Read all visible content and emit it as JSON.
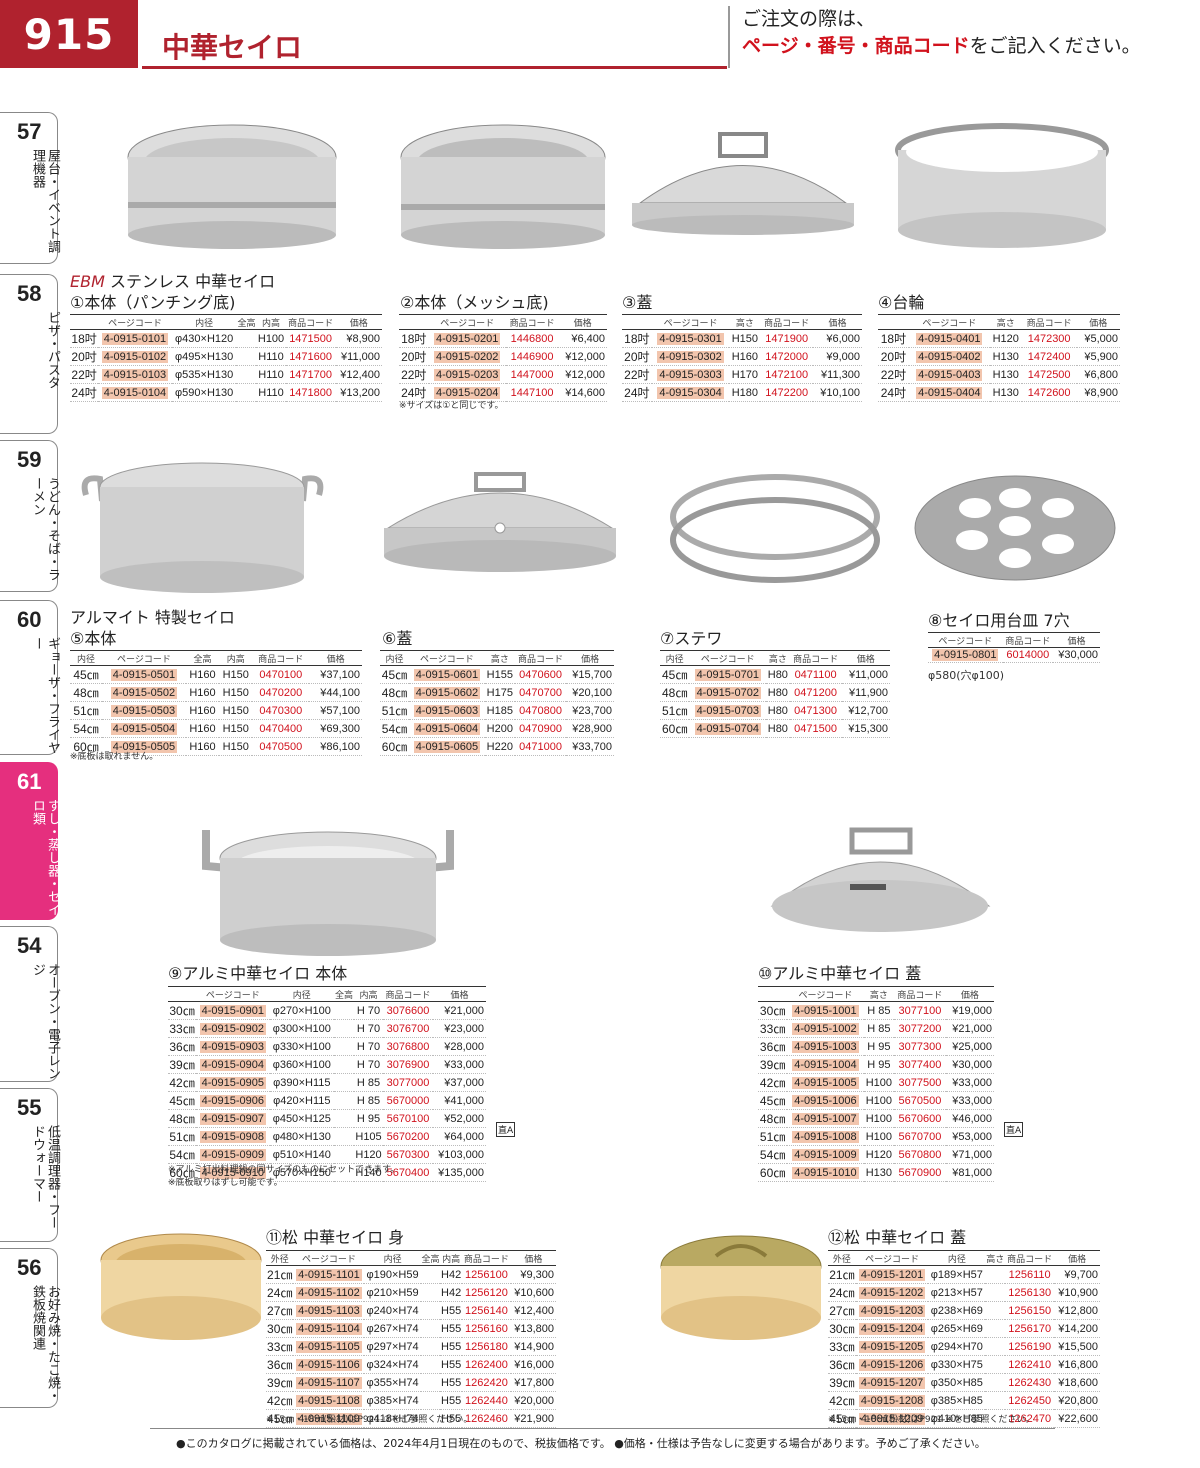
{
  "header": {
    "page_number": "915",
    "title": "中華セイロ",
    "note_line1": "ご注文の際は、",
    "note_red": "ページ・番号・商品コード",
    "note_tail": "をご記入ください。"
  },
  "side_tabs": [
    {
      "num": "57",
      "text": "屋台・イベント調理機器"
    },
    {
      "num": "58",
      "text": "ピザ・パスタ"
    },
    {
      "num": "59",
      "text": "うどん・そば・ラーメン"
    },
    {
      "num": "60",
      "text": "ギョーザ・フライヤー"
    },
    {
      "num": "61",
      "text": "すし・蒸し器・セイロ類"
    },
    {
      "num": "54",
      "text": "オーブン・電子レンジ"
    },
    {
      "num": "55",
      "text": "低温調理器・フードウォーマー"
    },
    {
      "num": "56",
      "text": "お好み焼・たこ焼・鉄板焼関連"
    }
  ],
  "ebm": {
    "brand": "EBM",
    "title": "ステンレス 中華セイロ"
  },
  "s1": {
    "title": "①本体（パンチング底)",
    "headers": [
      "",
      "ページコード",
      "内径",
      "全高",
      "内高",
      "商品コード",
      "価格"
    ],
    "rows": [
      [
        "18吋",
        "4-0915-0101",
        "φ430×H120",
        "",
        "H100",
        "1471500",
        "¥8,900"
      ],
      [
        "20吋",
        "4-0915-0102",
        "φ495×H130",
        "",
        "H110",
        "1471600",
        "¥11,000"
      ],
      [
        "22吋",
        "4-0915-0103",
        "φ535×H130",
        "",
        "H110",
        "1471700",
        "¥12,400"
      ],
      [
        "24吋",
        "4-0915-0104",
        "φ590×H130",
        "",
        "H110",
        "1471800",
        "¥13,200"
      ]
    ]
  },
  "s2": {
    "title": "②本体（メッシュ底)",
    "headers": [
      "",
      "ページコード",
      "商品コード",
      "価格"
    ],
    "rows": [
      [
        "18吋",
        "4-0915-0201",
        "1446800",
        "¥6,400"
      ],
      [
        "20吋",
        "4-0915-0202",
        "1446900",
        "¥12,000"
      ],
      [
        "22吋",
        "4-0915-0203",
        "1447000",
        "¥12,000"
      ],
      [
        "24吋",
        "4-0915-0204",
        "1447100",
        "¥14,600"
      ]
    ],
    "note": "※サイズは①と同じです。"
  },
  "s3": {
    "title": "③蓋",
    "headers": [
      "",
      "ページコード",
      "高さ",
      "商品コード",
      "価格"
    ],
    "rows": [
      [
        "18吋",
        "4-0915-0301",
        "H150",
        "1471900",
        "¥6,000"
      ],
      [
        "20吋",
        "4-0915-0302",
        "H160",
        "1472000",
        "¥9,000"
      ],
      [
        "22吋",
        "4-0915-0303",
        "H170",
        "1472100",
        "¥11,300"
      ],
      [
        "24吋",
        "4-0915-0304",
        "H180",
        "1472200",
        "¥10,100"
      ]
    ]
  },
  "s4": {
    "title": "④台輪",
    "headers": [
      "",
      "ページコード",
      "高さ",
      "商品コード",
      "価格"
    ],
    "rows": [
      [
        "18吋",
        "4-0915-0401",
        "H120",
        "1472300",
        "¥5,000"
      ],
      [
        "20吋",
        "4-0915-0402",
        "H130",
        "1472400",
        "¥5,900"
      ],
      [
        "22吋",
        "4-0915-0403",
        "H130",
        "1472500",
        "¥6,800"
      ],
      [
        "24吋",
        "4-0915-0404",
        "H130",
        "1472600",
        "¥8,900"
      ]
    ]
  },
  "alumite": {
    "title": "アルマイト 特製セイロ"
  },
  "s5": {
    "title": "⑤本体",
    "headers": [
      "内径",
      "ページコード",
      "全高",
      "内高",
      "商品コード",
      "価格"
    ],
    "rows": [
      [
        "45㎝",
        "4-0915-0501",
        "H160",
        "H150",
        "0470100",
        "¥37,100"
      ],
      [
        "48㎝",
        "4-0915-0502",
        "H160",
        "H150",
        "0470200",
        "¥44,100"
      ],
      [
        "51㎝",
        "4-0915-0503",
        "H160",
        "H150",
        "0470300",
        "¥57,100"
      ],
      [
        "54㎝",
        "4-0915-0504",
        "H160",
        "H150",
        "0470400",
        "¥69,300"
      ],
      [
        "60㎝",
        "4-0915-0505",
        "H160",
        "H150",
        "0470500",
        "¥86,100"
      ]
    ],
    "note": "※底板は取れません。"
  },
  "s6": {
    "title": "⑥蓋",
    "headers": [
      "内径",
      "ページコード",
      "高さ",
      "商品コード",
      "価格"
    ],
    "rows": [
      [
        "45㎝",
        "4-0915-0601",
        "H155",
        "0470600",
        "¥15,700"
      ],
      [
        "48㎝",
        "4-0915-0602",
        "H175",
        "0470700",
        "¥20,100"
      ],
      [
        "51㎝",
        "4-0915-0603",
        "H185",
        "0470800",
        "¥23,700"
      ],
      [
        "54㎝",
        "4-0915-0604",
        "H200",
        "0470900",
        "¥28,900"
      ],
      [
        "60㎝",
        "4-0915-0605",
        "H220",
        "0471000",
        "¥33,700"
      ]
    ]
  },
  "s7": {
    "title": "⑦ステワ",
    "headers": [
      "内径",
      "ページコード",
      "高さ",
      "商品コード",
      "価格"
    ],
    "rows": [
      [
        "45㎝",
        "4-0915-0701",
        "H80",
        "0471100",
        "¥11,000"
      ],
      [
        "48㎝",
        "4-0915-0702",
        "H80",
        "0471200",
        "¥11,900"
      ],
      [
        "51㎝",
        "4-0915-0703",
        "H80",
        "0471300",
        "¥12,700"
      ],
      [
        "60㎝",
        "4-0915-0704",
        "H80",
        "0471500",
        "¥15,300"
      ]
    ]
  },
  "s8": {
    "title": "⑧セイロ用台皿 7穴",
    "headers": [
      "ページコード",
      "商品コード",
      "価格"
    ],
    "rows": [
      [
        "4-0915-0801",
        "6014000",
        "¥30,000"
      ]
    ],
    "note": "φ580(穴φ100)"
  },
  "s9": {
    "title": "⑨アルミ中華セイロ 本体",
    "headers": [
      "",
      "ページコード",
      "内径",
      "全高",
      "内高",
      "商品コード",
      "価格"
    ],
    "rows": [
      [
        "30㎝",
        "4-0915-0901",
        "φ270×H100",
        "",
        "H 70",
        "3076600",
        "¥21,000"
      ],
      [
        "33㎝",
        "4-0915-0902",
        "φ300×H100",
        "",
        "H 70",
        "3076700",
        "¥23,000"
      ],
      [
        "36㎝",
        "4-0915-0903",
        "φ330×H100",
        "",
        "H 70",
        "3076800",
        "¥28,000"
      ],
      [
        "39㎝",
        "4-0915-0904",
        "φ360×H100",
        "",
        "H 70",
        "3076900",
        "¥33,000"
      ],
      [
        "42㎝",
        "4-0915-0905",
        "φ390×H115",
        "",
        "H 85",
        "3077000",
        "¥37,000"
      ],
      [
        "45㎝",
        "4-0915-0906",
        "φ420×H115",
        "",
        "H 85",
        "5670000",
        "¥41,000"
      ],
      [
        "48㎝",
        "4-0915-0907",
        "φ450×H125",
        "",
        "H 95",
        "5670100",
        "¥52,000"
      ],
      [
        "51㎝",
        "4-0915-0908",
        "φ480×H130",
        "",
        "H105",
        "5670200",
        "¥64,000"
      ],
      [
        "54㎝",
        "4-0915-0909",
        "φ510×H140",
        "",
        "H120",
        "5670300",
        "¥103,000"
      ],
      [
        "60㎝",
        "4-0915-0910",
        "φ570×H150",
        "",
        "H140",
        "5670400",
        "¥135,000"
      ]
    ],
    "note1": "※アルミ打出料理鍋の同サイズのものにセットできます。",
    "note2": "※底板取りはずし可能です。",
    "mark": "直A"
  },
  "s10": {
    "title": "⑩アルミ中華セイロ 蓋",
    "headers": [
      "",
      "ページコード",
      "高さ",
      "商品コード",
      "価格"
    ],
    "rows": [
      [
        "30㎝",
        "4-0915-1001",
        "H 85",
        "3077100",
        "¥19,000"
      ],
      [
        "33㎝",
        "4-0915-1002",
        "H 85",
        "3077200",
        "¥21,000"
      ],
      [
        "36㎝",
        "4-0915-1003",
        "H 95",
        "3077300",
        "¥25,000"
      ],
      [
        "39㎝",
        "4-0915-1004",
        "H 95",
        "3077400",
        "¥30,000"
      ],
      [
        "42㎝",
        "4-0915-1005",
        "H100",
        "3077500",
        "¥33,000"
      ],
      [
        "45㎝",
        "4-0915-1006",
        "H100",
        "5670500",
        "¥33,000"
      ],
      [
        "48㎝",
        "4-0915-1007",
        "H100",
        "5670600",
        "¥46,000"
      ],
      [
        "51㎝",
        "4-0915-1008",
        "H100",
        "5670700",
        "¥53,000"
      ],
      [
        "54㎝",
        "4-0915-1009",
        "H120",
        "5670800",
        "¥71,000"
      ],
      [
        "60㎝",
        "4-0915-1010",
        "H130",
        "5670900",
        "¥81,000"
      ]
    ],
    "mark": "直A"
  },
  "s11": {
    "title": "⑪松 中華セイロ 身",
    "headers": [
      "外径",
      "ページコード",
      "内径",
      "全高",
      "内高",
      "商品コード",
      "価格"
    ],
    "rows": [
      [
        "21㎝",
        "4-0915-1101",
        "φ190×H59",
        "",
        "H42",
        "1256100",
        "¥9,300"
      ],
      [
        "24㎝",
        "4-0915-1102",
        "φ210×H59",
        "",
        "H42",
        "1256120",
        "¥10,600"
      ],
      [
        "27㎝",
        "4-0915-1103",
        "φ240×H74",
        "",
        "H55",
        "1256140",
        "¥12,400"
      ],
      [
        "30㎝",
        "4-0915-1104",
        "φ267×H74",
        "",
        "H55",
        "1256160",
        "¥13,800"
      ],
      [
        "33㎝",
        "4-0915-1105",
        "φ297×H74",
        "",
        "H55",
        "1256180",
        "¥14,900"
      ],
      [
        "36㎝",
        "4-0915-1106",
        "φ324×H74",
        "",
        "H55",
        "1262400",
        "¥16,000"
      ],
      [
        "39㎝",
        "4-0915-1107",
        "φ355×H74",
        "",
        "H55",
        "1262420",
        "¥17,800"
      ],
      [
        "42㎝",
        "4-0915-1108",
        "φ385×H74",
        "",
        "H55",
        "1262440",
        "¥20,000"
      ],
      [
        "45㎝",
        "4-0915-1109",
        "φ418×H74",
        "",
        "H55",
        "1262460",
        "¥21,900"
      ]
    ],
    "note": "※15㎝・18㎝(松材)はP921-③をご参照ください。"
  },
  "s12": {
    "title": "⑫松 中華セイロ 蓋",
    "headers": [
      "外径",
      "ページコード",
      "内径",
      "高さ",
      "商品コード",
      "価格"
    ],
    "rows": [
      [
        "21㎝",
        "4-0915-1201",
        "φ189×H57",
        "",
        "1256110",
        "¥9,700"
      ],
      [
        "24㎝",
        "4-0915-1202",
        "φ213×H57",
        "",
        "1256130",
        "¥10,900"
      ],
      [
        "27㎝",
        "4-0915-1203",
        "φ238×H69",
        "",
        "1256150",
        "¥12,800"
      ],
      [
        "30㎝",
        "4-0915-1204",
        "φ265×H69",
        "",
        "1256170",
        "¥14,200"
      ],
      [
        "33㎝",
        "4-0915-1205",
        "φ294×H70",
        "",
        "1256190",
        "¥15,500"
      ],
      [
        "36㎝",
        "4-0915-1206",
        "φ330×H75",
        "",
        "1262410",
        "¥16,800"
      ],
      [
        "39㎝",
        "4-0915-1207",
        "φ350×H85",
        "",
        "1262430",
        "¥18,600"
      ],
      [
        "42㎝",
        "4-0915-1208",
        "φ385×H85",
        "",
        "1262450",
        "¥20,800"
      ],
      [
        "45㎝",
        "4-0915-1209",
        "φ410×H85",
        "",
        "1262470",
        "¥22,600"
      ]
    ],
    "note": "※15㎝・18㎝(松材)はP921-④をご参照ください。"
  },
  "footer": "●このカタログに掲載されている価格は、2024年4月1日現在のもので、税抜価格です。 ●価格・仕様は予告なしに変更する場合があります。予めご了承ください。"
}
